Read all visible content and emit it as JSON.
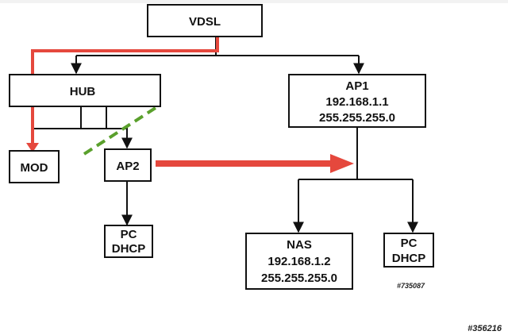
{
  "colors": {
    "line": "#111111",
    "red_path": "#e5483d",
    "blocked_dash": "#5aa02c",
    "box_fill": "#ffffff"
  },
  "nodes": {
    "vdsl": {
      "lines": [
        "VDSL"
      ]
    },
    "hub": {
      "lines": [
        "HUB"
      ]
    },
    "ap1": {
      "lines": [
        "AP1",
        "192.168.1.1",
        "255.255.255.0"
      ]
    },
    "mod": {
      "lines": [
        "MOD"
      ]
    },
    "ap2": {
      "lines": [
        "AP2"
      ]
    },
    "pc_left": {
      "lines": [
        "PC",
        "DHCP"
      ]
    },
    "nas": {
      "lines": [
        "NAS",
        "192.168.1.2",
        "255.255.255.0"
      ]
    },
    "pc_right": {
      "lines": [
        "PC",
        "DHCP"
      ]
    }
  },
  "watermarks": {
    "inner": "#735087",
    "outer": "#356216"
  },
  "icons": {
    "red_big_arrow": "arrow-right-icon",
    "green_dash": "blocked-link-icon"
  }
}
